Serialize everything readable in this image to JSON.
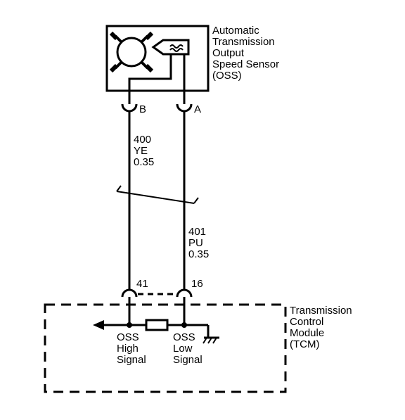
{
  "sensor": {
    "name_lines": [
      "Automatic",
      "Transmission",
      "Output",
      "Speed Sensor",
      "(OSS)"
    ],
    "pin_b": "B",
    "pin_a": "A"
  },
  "wire_b": {
    "circuit": "400",
    "color": "YE",
    "gauge": "0.35"
  },
  "wire_a": {
    "circuit": "401",
    "color": "PU",
    "gauge": "0.35"
  },
  "tcm": {
    "name_lines": [
      "Transmission",
      "Control",
      "Module",
      "(TCM)"
    ],
    "pin_41": "41",
    "pin_16": "16",
    "high_signal_lines": [
      "OSS",
      "High",
      "Signal"
    ],
    "low_signal_lines": [
      "OSS",
      "Low",
      "Signal"
    ]
  },
  "colors": {
    "line": "#000000",
    "background": "#ffffff"
  }
}
